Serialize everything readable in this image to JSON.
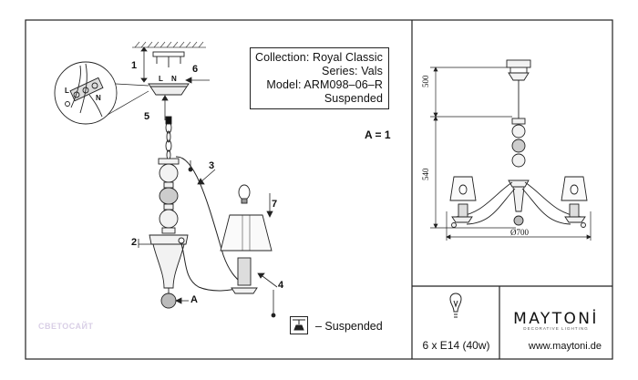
{
  "info": {
    "collection": "Collection: Royal Classic",
    "series": "Series: Vals",
    "model": "Model: ARM098–06–R",
    "type": "Suspended"
  },
  "scale": "A = 1",
  "legend": {
    "text": "– Suspended",
    "icon": "suspended-lamp-icon"
  },
  "callouts": [
    "1",
    "2",
    "3",
    "4",
    "5",
    "6",
    "7",
    "A"
  ],
  "wiring_labels": [
    "L",
    "N",
    "L",
    "N"
  ],
  "dimensions": {
    "height_top": "500",
    "height_body": "540",
    "diameter": "Ø700"
  },
  "bulbs": {
    "text": "6 x E14 (40w)",
    "icon": "light-bulb-icon"
  },
  "brand": {
    "name": "MAYTONİ",
    "tagline": "DECORATIVE LIGHTING",
    "url": "www.maytoni.de"
  },
  "watermark": "СВЕТОСАЙТ"
}
